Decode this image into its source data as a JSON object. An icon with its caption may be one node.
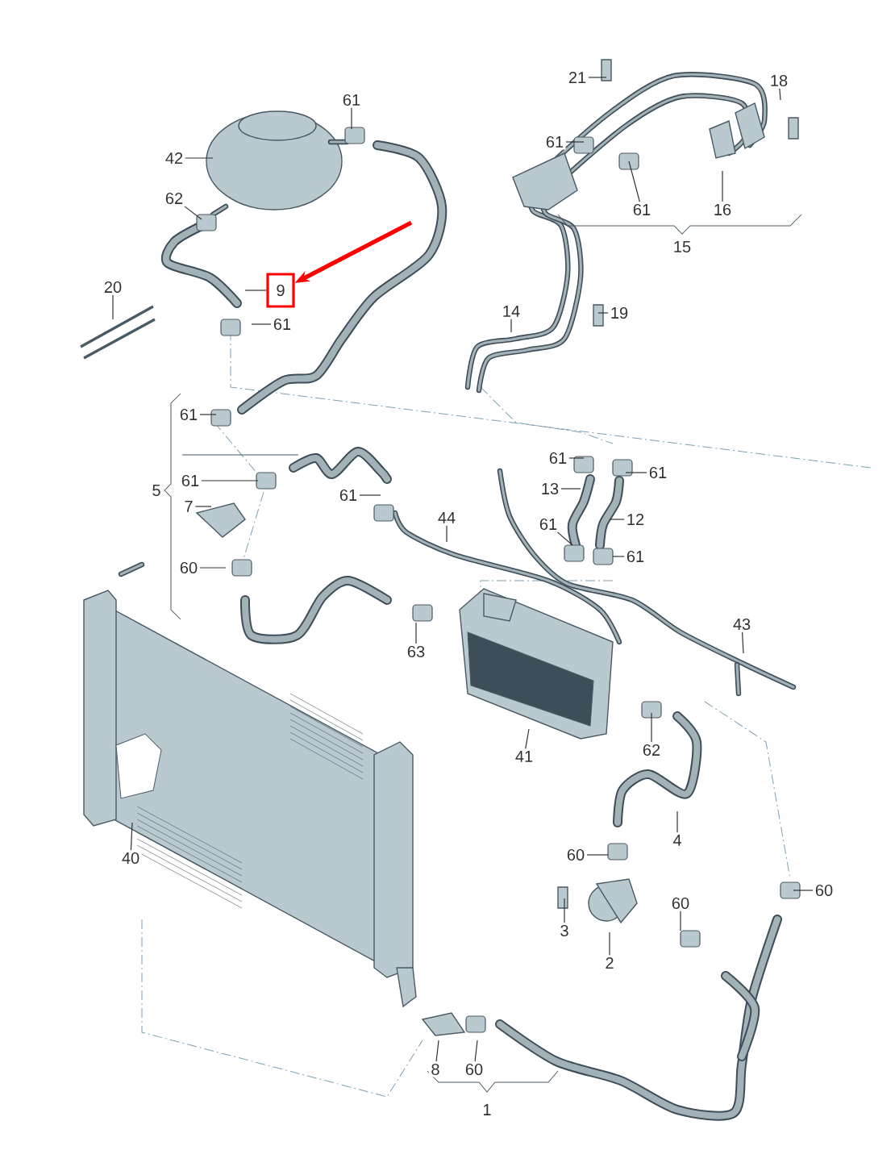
{
  "diagram": {
    "nodes": [
      {
        "text": [
          "61"
        ]
      },
      {
        "text": [
          "42"
        ]
      },
      {
        "text": [
          "62"
        ]
      },
      {
        "text": [
          "9"
        ]
      },
      {
        "text": [
          "20"
        ]
      },
      {
        "text": [
          "61"
        ]
      },
      {
        "text": [
          "61"
        ]
      },
      {
        "text": [
          "5"
        ]
      },
      {
        "text": [
          "61"
        ]
      },
      {
        "text": [
          "7"
        ]
      },
      {
        "text": [
          "60"
        ]
      },
      {
        "text": [
          "61"
        ]
      },
      {
        "text": [
          "44"
        ]
      },
      {
        "text": [
          "63"
        ]
      },
      {
        "text": [
          "40"
        ]
      },
      {
        "text": [
          "41"
        ]
      },
      {
        "text": [
          "62"
        ]
      },
      {
        "text": [
          "43"
        ]
      },
      {
        "text": [
          "4"
        ]
      },
      {
        "text": [
          "60"
        ]
      },
      {
        "text": [
          "3"
        ]
      },
      {
        "text": [
          "2"
        ]
      },
      {
        "text": [
          "60"
        ]
      },
      {
        "text": [
          "60"
        ]
      },
      {
        "text": [
          "8"
        ]
      },
      {
        "text": [
          "60"
        ]
      },
      {
        "text": [
          "1"
        ]
      },
      {
        "text": [
          "21"
        ]
      },
      {
        "text": [
          "18"
        ]
      },
      {
        "text": [
          "61"
        ]
      },
      {
        "text": [
          "61"
        ]
      },
      {
        "text": [
          "16"
        ]
      },
      {
        "text": [
          "15"
        ]
      },
      {
        "text": [
          "14"
        ]
      },
      {
        "text": [
          "19"
        ]
      },
      {
        "text": [
          "61"
        ]
      },
      {
        "text": [
          "61"
        ]
      },
      {
        "text": [
          "13"
        ]
      },
      {
        "text": [
          "12"
        ]
      },
      {
        "text": [
          "61"
        ]
      },
      {
        "text": [
          "61"
        ]
      }
    ],
    "edges": [
      {
        "from": 0,
        "to": null,
        "arrow": "none"
      },
      {
        "from": 1,
        "to": null,
        "arrow": "none"
      },
      {
        "from": 2,
        "to": null,
        "arrow": "none"
      },
      {
        "from": 3,
        "to": null,
        "arrow": "none"
      },
      {
        "from": 4,
        "to": null,
        "arrow": "none"
      },
      {
        "from": 5,
        "to": null,
        "arrow": "none"
      },
      {
        "from": 6,
        "to": null,
        "arrow": "none"
      },
      {
        "from": 8,
        "to": null,
        "arrow": "none"
      },
      {
        "from": 9,
        "to": null,
        "arrow": "none"
      },
      {
        "from": 10,
        "to": null,
        "arrow": "none"
      },
      {
        "from": 11,
        "to": null,
        "arrow": "none"
      },
      {
        "from": 12,
        "to": null,
        "arrow": "none"
      },
      {
        "from": 13,
        "to": null,
        "arrow": "none"
      },
      {
        "from": 14,
        "to": null,
        "arrow": "none"
      },
      {
        "from": 15,
        "to": null,
        "arrow": "none"
      },
      {
        "from": 16,
        "to": null,
        "arrow": "none"
      },
      {
        "from": 17,
        "to": null,
        "arrow": "none"
      },
      {
        "from": 18,
        "to": null,
        "arrow": "none"
      },
      {
        "from": 19,
        "to": null,
        "arrow": "none"
      },
      {
        "from": 20,
        "to": null,
        "arrow": "none"
      },
      {
        "from": 21,
        "to": null,
        "arrow": "none"
      },
      {
        "from": 22,
        "to": null,
        "arrow": "none"
      },
      {
        "from": 23,
        "to": null,
        "arrow": "none"
      },
      {
        "from": 24,
        "to": null,
        "arrow": "none"
      },
      {
        "from": 25,
        "to": null,
        "arrow": "none"
      },
      {
        "from": 27,
        "to": null,
        "arrow": "none"
      },
      {
        "from": 28,
        "to": null,
        "arrow": "none"
      },
      {
        "from": 29,
        "to": null,
        "arrow": "none"
      },
      {
        "from": 30,
        "to": null,
        "arrow": "none"
      },
      {
        "from": 31,
        "to": null,
        "arrow": "none"
      },
      {
        "from": 33,
        "to": null,
        "arrow": "none"
      },
      {
        "from": 34,
        "to": null,
        "arrow": "none"
      },
      {
        "from": 35,
        "to": null,
        "arrow": "none"
      },
      {
        "from": 36,
        "to": null,
        "arrow": "none"
      },
      {
        "from": 37,
        "to": null,
        "arrow": "none"
      },
      {
        "from": 38,
        "to": null,
        "arrow": "none"
      },
      {
        "from": 39,
        "to": null,
        "arrow": "none"
      },
      {
        "from": 40,
        "to": null,
        "arrow": "none"
      },
      {
        "from": null,
        "to": 3,
        "arrow": "to",
        "style": "thick",
        "color": "#ff0000"
      }
    ]
  }
}
